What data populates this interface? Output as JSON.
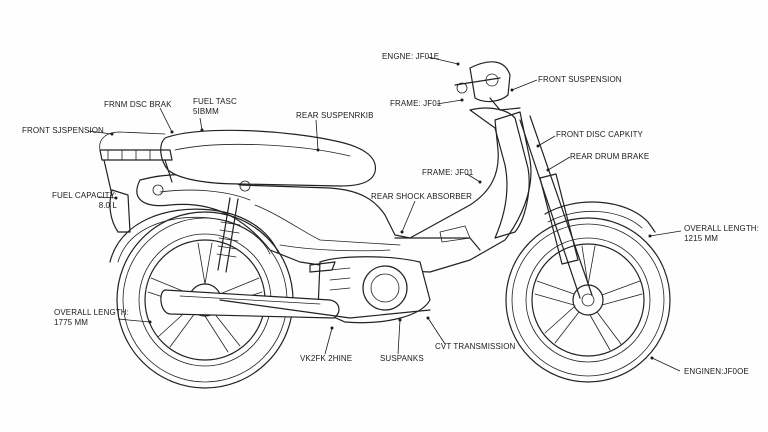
{
  "diagram": {
    "labels": {
      "engine_top": "ENGNE: JF01E",
      "front_suspension_right": "FRONT SUSPENSION",
      "frame_upper": "FRAME: JF01",
      "front_disc_capacity": "FRONT DISC CAPKITY",
      "rear_drum_brake": "REAR DRUM BRAKE",
      "frame_mid": "FRAME: JF01",
      "rear_shock_absorber": "REAR SHOCK ABSORBER",
      "rear_suspension": "REAR SUSPENRKIB",
      "front_disc_brake": "FRNM DSC BRAK",
      "fuel_tank": "FUEL TASC\n5IBMM",
      "front_suspension_left": "FRONT SJSPENSION",
      "fuel_capacity": "FUEL CAPACITY:\n8.0 L",
      "overall_length_left": "OVERALL LENGTH:\n1775 MM",
      "overall_length_right": "OVERALL LENGTH:\n1215 MM",
      "engine_bottom": "ENGINEN:JF0OE",
      "cvt_transmission": "CVT TRANSMISSION",
      "suspension_bottom": "SUSPANKS",
      "bottom_left_label": "VK2FK 2HINE"
    }
  }
}
